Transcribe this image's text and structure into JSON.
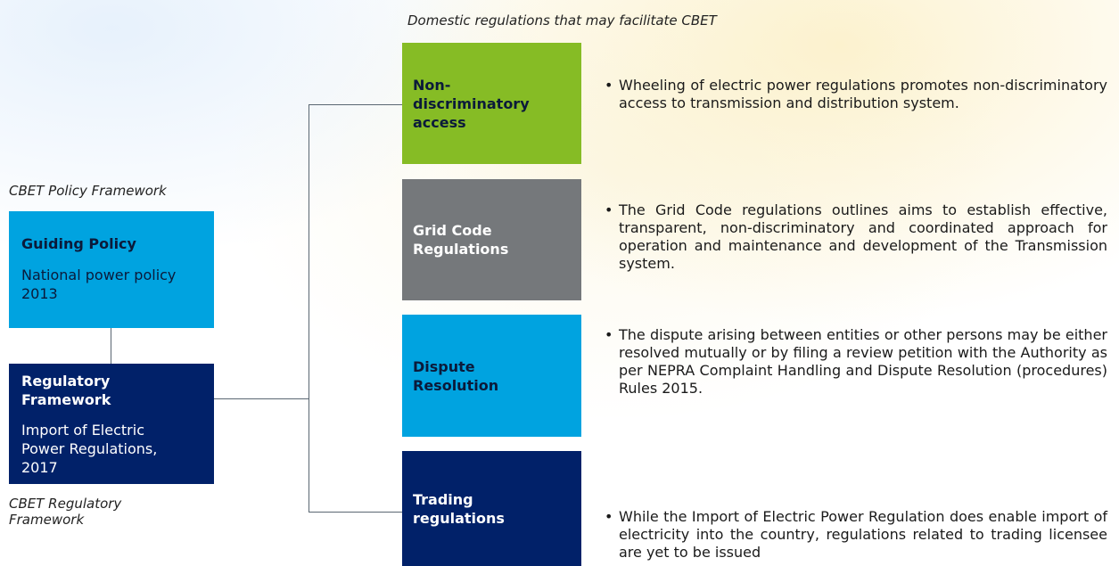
{
  "header": {
    "domestic_caption": "Domestic regulations that may facilitate CBET"
  },
  "left": {
    "policy_caption": "CBET Policy Framework",
    "guiding_policy": {
      "title": "Guiding Policy",
      "lines": [
        "National power policy",
        "2013"
      ]
    },
    "regulatory_framework": {
      "title_lines": [
        "Regulatory",
        "Framework"
      ],
      "lines": [
        "Import of Electric",
        "Power Regulations,",
        "2017"
      ]
    },
    "regulatory_caption_lines": [
      "CBET Regulatory",
      "Framework"
    ]
  },
  "regulations": [
    {
      "label_lines": [
        "Non-",
        "discriminatory",
        "access"
      ],
      "bullet": "•",
      "description": "Wheeling of electric power regulations promotes non-discriminatory access to transmission and distribution system."
    },
    {
      "label_lines": [
        "Grid Code",
        "Regulations"
      ],
      "bullet": "•",
      "description": "The Grid Code regulations outlines aims to establish effective, transparent, non-discriminatory and coordinated approach for operation and maintenance and development of the Transmission system."
    },
    {
      "label_lines": [
        "Dispute",
        "Resolution"
      ],
      "bullet": "•",
      "description": "The dispute arising between entities or other persons may be either resolved mutually or by filing a review petition with the Authority as per NEPRA Complaint Handling and Dispute Resolution (procedures) Rules 2015."
    },
    {
      "label_lines": [
        "Trading",
        "regulations"
      ],
      "bullet": "•",
      "description": "While the Import of Electric Power Regulation does enable import of electricity into the country, regulations related to trading licensee are yet to be issued"
    }
  ],
  "colors": {
    "green": "#86bc25",
    "gray": "#75787b",
    "light_blue": "#00a3e0",
    "dark_blue": "#012169",
    "connector": "#5a6772"
  }
}
